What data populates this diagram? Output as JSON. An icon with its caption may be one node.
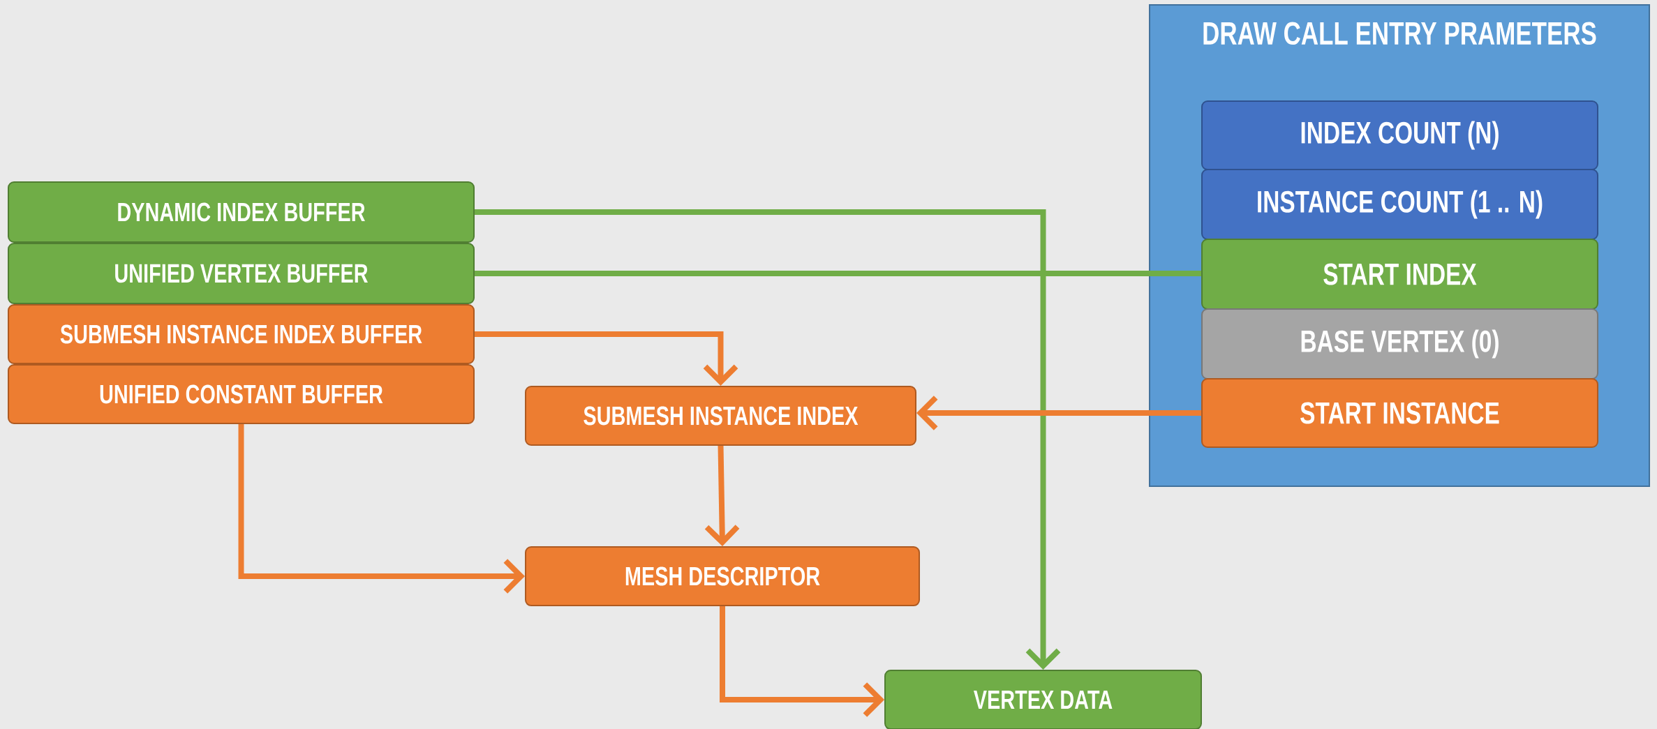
{
  "diagram": {
    "nodes": [
      {
        "text": [
          "DRAW CALL ENTRY PRAMETERS"
        ]
      },
      {
        "text": [
          "INDEX COUNT (N)"
        ],
        "in": 0
      },
      {
        "text": [
          "INSTANCE COUNT (1 .. N)"
        ],
        "in": 0
      },
      {
        "text": [
          "START INDEX"
        ],
        "in": 0
      },
      {
        "text": [
          "BASE VERTEX (0)"
        ],
        "in": 0
      },
      {
        "text": [
          "START INSTANCE"
        ],
        "in": 0
      },
      {
        "text": [
          "DYNAMIC INDEX BUFFER"
        ]
      },
      {
        "text": [
          "UNIFIED VERTEX BUFFER"
        ]
      },
      {
        "text": [
          "SUBMESH INSTANCE INDEX BUFFER"
        ]
      },
      {
        "text": [
          "UNIFIED CONSTANT BUFFER"
        ]
      },
      {
        "text": [
          "SUBMESH INSTANCE INDEX"
        ]
      },
      {
        "text": [
          "MESH DESCRIPTOR"
        ]
      },
      {
        "text": [
          "VERTEX DATA"
        ]
      }
    ],
    "edges": [
      {
        "from": 6,
        "to": 12,
        "arrow": "to",
        "color": "#70ad47"
      },
      {
        "from": 7,
        "to": 3,
        "arrow": "none",
        "color": "#70ad47"
      },
      {
        "from": 8,
        "to": 10,
        "arrow": "to"
      },
      {
        "from": 5,
        "to": 10,
        "arrow": "to"
      },
      {
        "from": 9,
        "to": 11,
        "arrow": "to"
      },
      {
        "from": 10,
        "to": 11,
        "arrow": "to"
      },
      {
        "from": 11,
        "to": 12,
        "arrow": "to"
      }
    ]
  }
}
